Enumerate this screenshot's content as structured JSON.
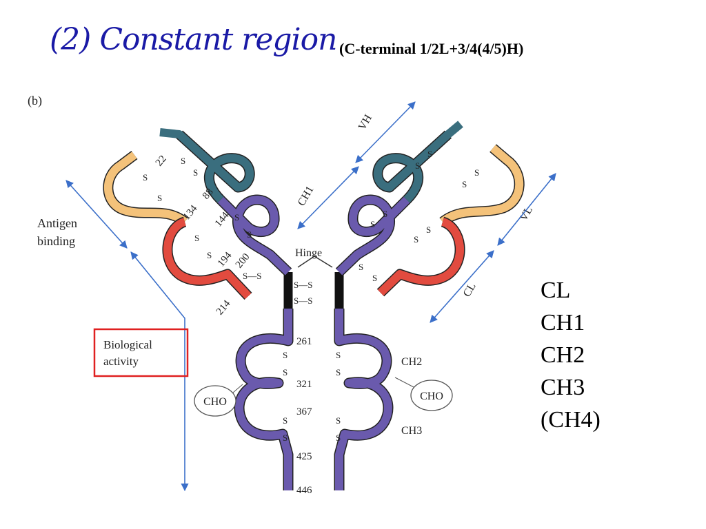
{
  "title": "(2) Constant region",
  "subtitle": "(C-terminal 1/2L+3/4(4/5)H)",
  "domain_list": [
    "CL",
    "CH1",
    "CH2",
    "CH3",
    "(CH4)"
  ],
  "diagram": {
    "panel_label": "(b)",
    "labels": {
      "antigen_binding_line1": "Antigen",
      "antigen_binding_line2": "binding",
      "biological_line1": "Biological",
      "biological_line2": "activity",
      "hinge": "Hinge",
      "vh": "VH",
      "vl": "VL",
      "ch1": "CH1",
      "cl": "CL",
      "ch2": "CH2",
      "ch3": "CH3",
      "cho_left": "CHO",
      "cho_right": "CHO",
      "ss": "S",
      "ss_bridge": "S—S"
    },
    "residues": {
      "r22": "22",
      "r88": "88",
      "r134": "134",
      "r144": "144",
      "r194": "194",
      "r200": "200",
      "r214": "214",
      "r261": "261",
      "r321": "321",
      "r367": "367",
      "r425": "425",
      "r446": "446"
    },
    "colors": {
      "vh": "#3a6e7e",
      "ch": "#6a5aad",
      "vl": "#f4c27a",
      "cl": "#e24b3f",
      "hinge": "#111111",
      "arrow": "#3b6fc9",
      "highlight_box": "#e02020"
    }
  }
}
